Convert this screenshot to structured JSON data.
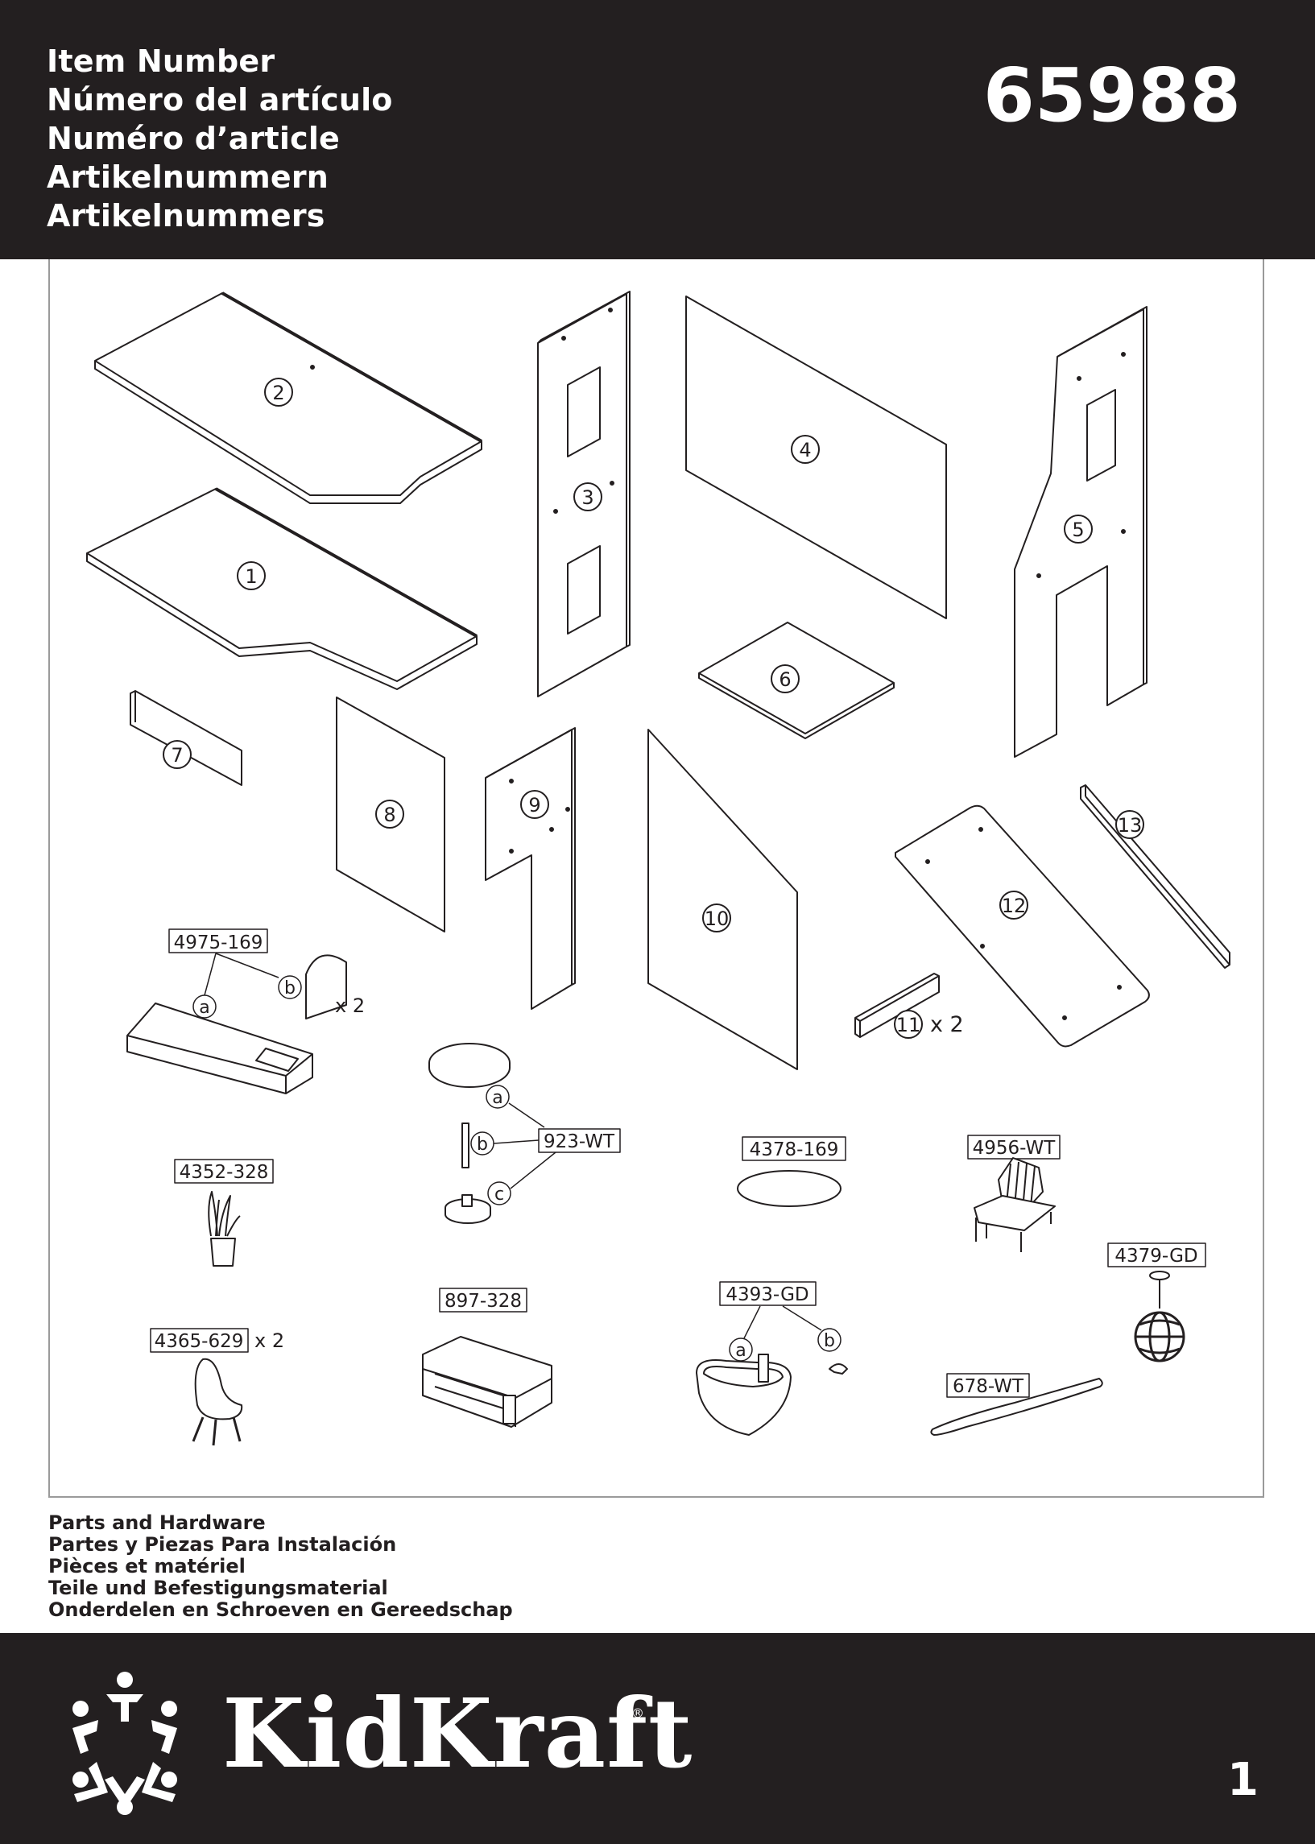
{
  "header": {
    "titles": [
      "Item Number",
      "Número del artículo",
      "Numéro d’article",
      "Artikelnummern",
      "Artikelnummers"
    ],
    "item_number": "65988"
  },
  "parts": {
    "p1": "1",
    "p2": "2",
    "p3": "3",
    "p4": "4",
    "p5": "5",
    "p6": "6",
    "p7": "7",
    "p8": "8",
    "p9": "9",
    "p10": "10",
    "p11": "11",
    "p12": "12",
    "p13": "13",
    "p11_qty": "x 2"
  },
  "hardware": {
    "desk": {
      "code": "4975-169",
      "sub_a": "a",
      "sub_b": "b",
      "qty": "x 2"
    },
    "table": {
      "code": "923-WT",
      "sub_a": "a",
      "sub_b": "b",
      "sub_c": "c"
    },
    "rug": {
      "code": "4378-169"
    },
    "armchair": {
      "code": "4956-WT"
    },
    "plant": {
      "code": "4352-328"
    },
    "lamp": {
      "code": "4379-GD"
    },
    "sofa": {
      "code": "897-328"
    },
    "bathtub": {
      "code": "4393-GD",
      "sub_a": "a",
      "sub_b": "b"
    },
    "chair": {
      "code": "4365-629",
      "qty": "x 2"
    },
    "rail": {
      "code": "678-WT"
    }
  },
  "caption": [
    "Parts and Hardware",
    "Partes y Piezas Para Instalación",
    "Pièces et matériel",
    "Teile und Befestigungsmaterial",
    "Onderdelen en Schroeven en Gereedschap"
  ],
  "footer": {
    "brand": "KidKraft",
    "brand_reg": "®",
    "page_number": "1"
  },
  "colors": {
    "dark": "#231f20",
    "line": "#231f20",
    "frame": "#9a9a9a"
  }
}
